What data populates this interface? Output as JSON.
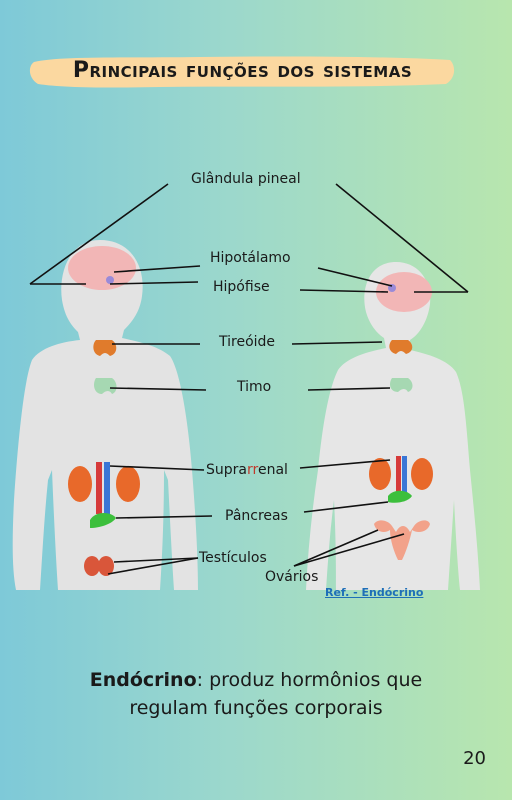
{
  "header": {
    "title": "Principais funções dos sistemas"
  },
  "labels": {
    "pineal": "Glândula pineal",
    "hipotalamo": "Hipotálamo",
    "hipofise": "Hipófise",
    "tireoide": "Tireóide",
    "timo": "Timo",
    "suprarrenal_a": "Supra",
    "suprarrenal_b": "rr",
    "suprarrenal_c": "enal",
    "pancreas": "Pâncreas",
    "testiculos": "Testículos",
    "ovarios": "Ovários"
  },
  "reference": {
    "text": "Ref. - Endócrino"
  },
  "caption": {
    "term": "Endócrino",
    "rest_line1": ": produz hormônios que",
    "line2": "regulam funções corporais"
  },
  "page": {
    "number": "20"
  },
  "colors": {
    "body": "#e3e3e3",
    "brain": "#f2b6b6",
    "thyroid": "#e07b2c",
    "thymus": "#a6d8b2",
    "kidney": "#e8692a",
    "pancreas": "#3cbf3c",
    "testis": "#d9563a",
    "uterus": "#f2a28a",
    "leader": "#111111",
    "banner": "#fbd8a0"
  }
}
